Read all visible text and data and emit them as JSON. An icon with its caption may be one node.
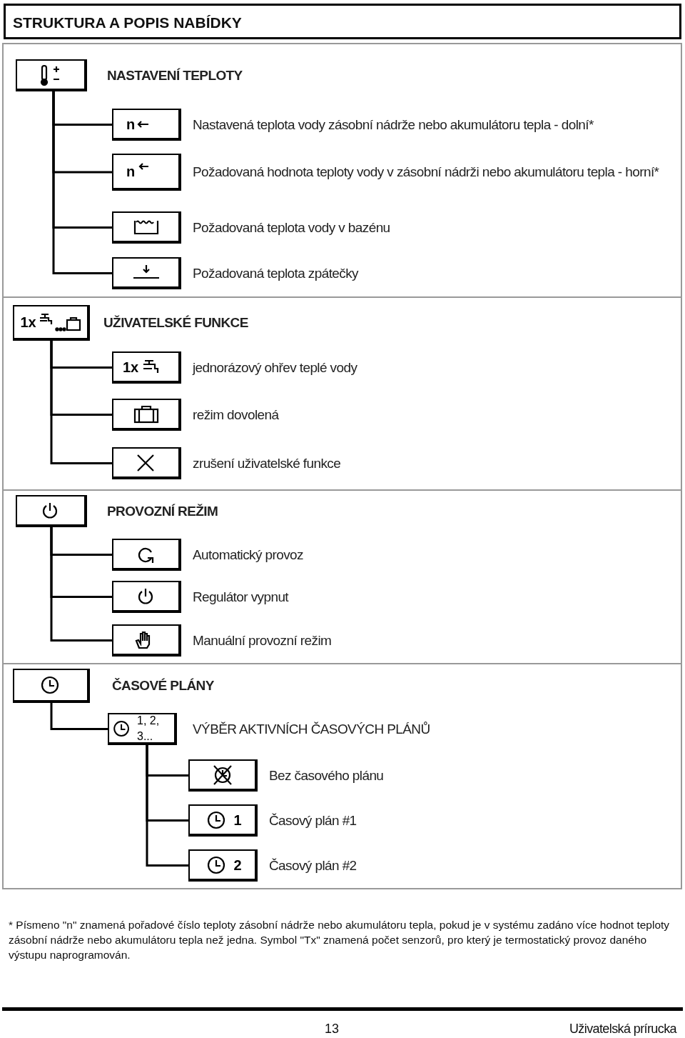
{
  "diagram": {
    "title": "STRUKTURA A POPIS NABÍDKY",
    "caption": "* Písmeno \"n\" znamená pořadové číslo teploty zásobní nádrže nebo akumulátoru tepla, pokud je v systému zadáno více hodnot teploty zásobní nádrže nebo akumulátoru tepla než jedna. Symbol \"Tx\" znamená počet senzorů, pro který je termostatický provoz daného výstupu naprogramován.",
    "nodes": [
      {
        "text": [
          "NASTAVENÍ TEPLOTY"
        ]
      },
      {
        "text": [
          "n",
          "Nastavená teplota vody zásobní nádrže nebo akumulátoru tepla - dolní*"
        ]
      },
      {
        "text": [
          "n",
          "Požadovaná hodnota teploty vody v zásobní nádrži nebo akumulátoru tepla - horní*"
        ]
      },
      {
        "text": [
          "Požadovaná teplota vody v bazénu"
        ]
      },
      {
        "text": [
          "Požadovaná teplota zpátečky"
        ]
      },
      {
        "text": [
          "1x",
          "UŽIVATELSKÉ FUNKCE"
        ]
      },
      {
        "text": [
          "1x",
          "jednorázový ohřev teplé vody"
        ]
      },
      {
        "text": [
          "režim dovolená"
        ]
      },
      {
        "text": [
          "zrušení uživatelské funkce"
        ]
      },
      {
        "text": [
          "PROVOZNÍ REŽIM"
        ]
      },
      {
        "text": [
          "Automatický provoz"
        ]
      },
      {
        "text": [
          "Regulátor vypnut"
        ]
      },
      {
        "text": [
          "Manuální provozní režim"
        ]
      },
      {
        "text": [
          "ČASOVÉ PLÁNY"
        ]
      },
      {
        "text": [
          "1, 2, 3...",
          "VÝBĚR AKTIVNÍCH ČASOVÝCH PLÁNŮ"
        ]
      },
      {
        "text": [
          "Bez časového plánu"
        ]
      },
      {
        "text": [
          "1",
          "Časový plán #1"
        ]
      },
      {
        "text": [
          "2",
          "Časový plán #2"
        ]
      }
    ],
    "edges": [
      {
        "from": 0,
        "to": 1,
        "arrow": "none"
      },
      {
        "from": 0,
        "to": 2,
        "arrow": "none"
      },
      {
        "from": 0,
        "to": 3,
        "arrow": "none"
      },
      {
        "from": 0,
        "to": 4,
        "arrow": "none"
      },
      {
        "from": 5,
        "to": 6,
        "arrow": "none"
      },
      {
        "from": 5,
        "to": 7,
        "arrow": "none"
      },
      {
        "from": 5,
        "to": 8,
        "arrow": "none"
      },
      {
        "from": 9,
        "to": 10,
        "arrow": "none"
      },
      {
        "from": 9,
        "to": 11,
        "arrow": "none"
      },
      {
        "from": 9,
        "to": 12,
        "arrow": "none"
      },
      {
        "from": 13,
        "to": 14,
        "arrow": "none"
      },
      {
        "from": 14,
        "to": 15,
        "arrow": "none"
      },
      {
        "from": 14,
        "to": 16,
        "arrow": "none"
      },
      {
        "from": 14,
        "to": 17,
        "arrow": "none"
      }
    ],
    "labels": [
      "13",
      "Uživatelská prírucka"
    ]
  }
}
